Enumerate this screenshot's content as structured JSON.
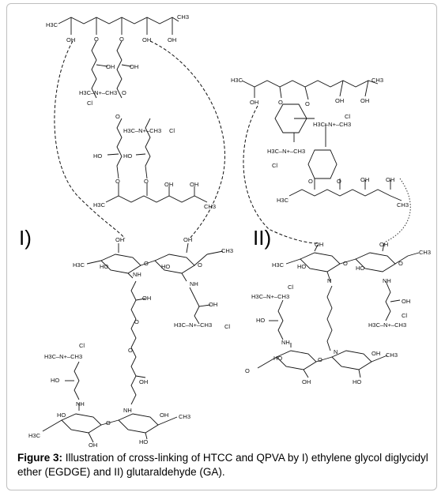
{
  "labels": {
    "panel_1": "I)",
    "panel_2": "II)",
    "H3C": "H3C",
    "CH3": "CH3",
    "OH": "OH",
    "HO": "HO",
    "O": "O",
    "NH": "NH",
    "N": "N",
    "Cl": "Cl",
    "quat_N": "H3C–N+–CH3",
    "quat_N_alt": "N+"
  },
  "caption": {
    "figure_label": "Figure 3:",
    "text": " Illustration of cross-linking of HTCC and QPVA by I) ethylene glycol diglycidyl ether (EGDGE) and II) glutaraldehyde (GA)."
  }
}
